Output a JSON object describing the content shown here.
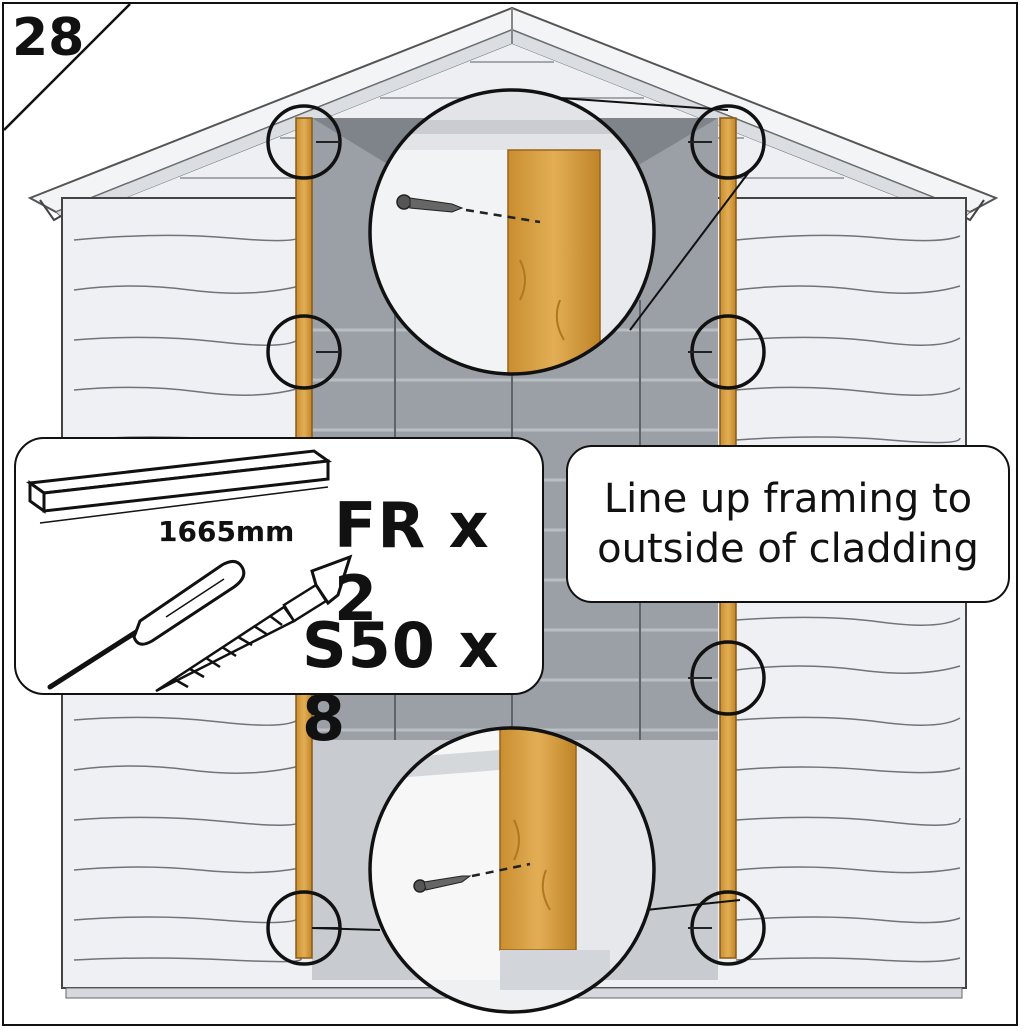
{
  "step": {
    "number": "28"
  },
  "parts": {
    "framing_length": "1665mm",
    "framing_quantity": "FR x 2",
    "screw_quantity": "S50 x 8"
  },
  "callout": {
    "text": "Line up framing to outside of cladding"
  },
  "colors": {
    "timber": "#D9A441",
    "timber_dark": "#B07A22",
    "cladding": "#EEF0F3",
    "interior": "#8F959B",
    "outline": "#111111"
  }
}
